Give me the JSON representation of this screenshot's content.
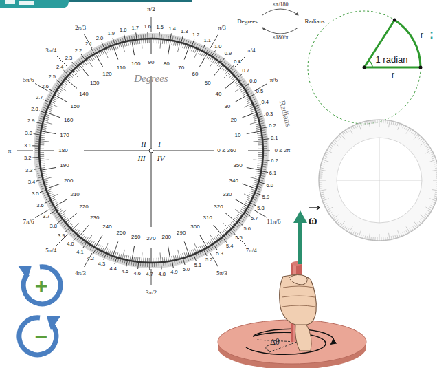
{
  "diagram": {
    "labels": [
      "0 & 360",
      "10",
      "20",
      "30",
      "40",
      "50",
      "60",
      "70",
      "80",
      "90",
      "100",
      "110",
      "120",
      "130",
      "140",
      "150",
      "160",
      "170",
      "180",
      "190",
      "200",
      "210",
      "220",
      "230",
      "240",
      "250",
      "260",
      "270",
      "280",
      "290",
      "300",
      "310",
      "320",
      "330",
      "340",
      "350",
      "0 & 2π",
      "0.1",
      "0.2",
      "0.3",
      "0.4",
      "0.5",
      "0.6",
      "0.7",
      "0.8",
      "0.9",
      "1.0",
      "1.1",
      "1.2",
      "1.3",
      "1.4",
      "1.5",
      "1.6",
      "1.7",
      "1.8",
      "1.9",
      "2.0",
      "2.1",
      "2.2",
      "2.3",
      "2.4",
      "2.5",
      "2.6",
      "2.7",
      "2.8",
      "2.9",
      "3.0",
      "3.1",
      "3.2",
      "3.3",
      "3.4",
      "3.5",
      "3.6",
      "3.7",
      "3.8",
      "3.9",
      "4.0",
      "4.1",
      "4.2",
      "4.3",
      "4.4",
      "4.5",
      "4.6",
      "4.7",
      "4.8",
      "4.9",
      "5.0",
      "5.1",
      "5.2",
      "5.3",
      "5.4",
      "5.5",
      "5.6",
      "5.7",
      "5.8",
      "5.9",
      "6.0",
      "6.1",
      "6.2",
      "π/6",
      "π/4",
      "π/3",
      "π/2",
      "2π/3",
      "3π/4",
      "5π/6",
      "π",
      "7π/6",
      "5π/4",
      "4π/3",
      "3π/2",
      "5π/3",
      "7π/4",
      "11π/6",
      "I",
      "II",
      "III",
      "IV",
      "Degrees",
      "Radians",
      "Degrees",
      "Radians",
      "×π/180",
      "×180/π",
      "1 radian",
      "r",
      "r",
      ":",
      "ω",
      "Δθ",
      "+",
      "−"
    ]
  }
}
